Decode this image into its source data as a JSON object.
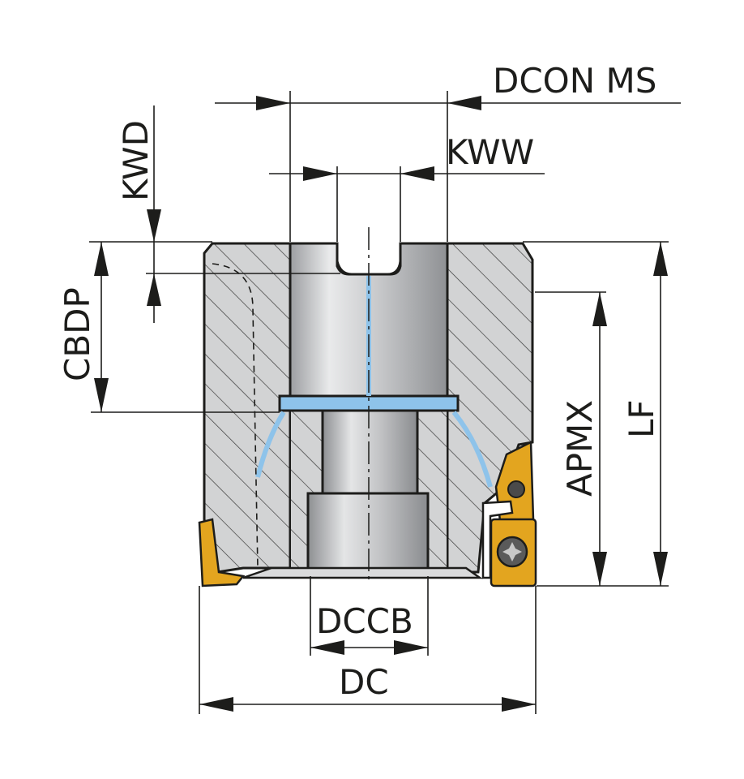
{
  "labels": {
    "dcon_ms": "DCON MS",
    "kww": "KWW",
    "kwd": "KWD",
    "cbdp": "CBDP",
    "apmx": "APMX",
    "lf": "LF",
    "dccb": "DCCB",
    "dc": "DC"
  },
  "colors": {
    "line": "#1d1d1b",
    "body": "#cfd0d1",
    "bore": "#b8b9bb",
    "coolant": "#8ec3ea",
    "insert": "#e3a51f",
    "background": "#ffffff"
  }
}
